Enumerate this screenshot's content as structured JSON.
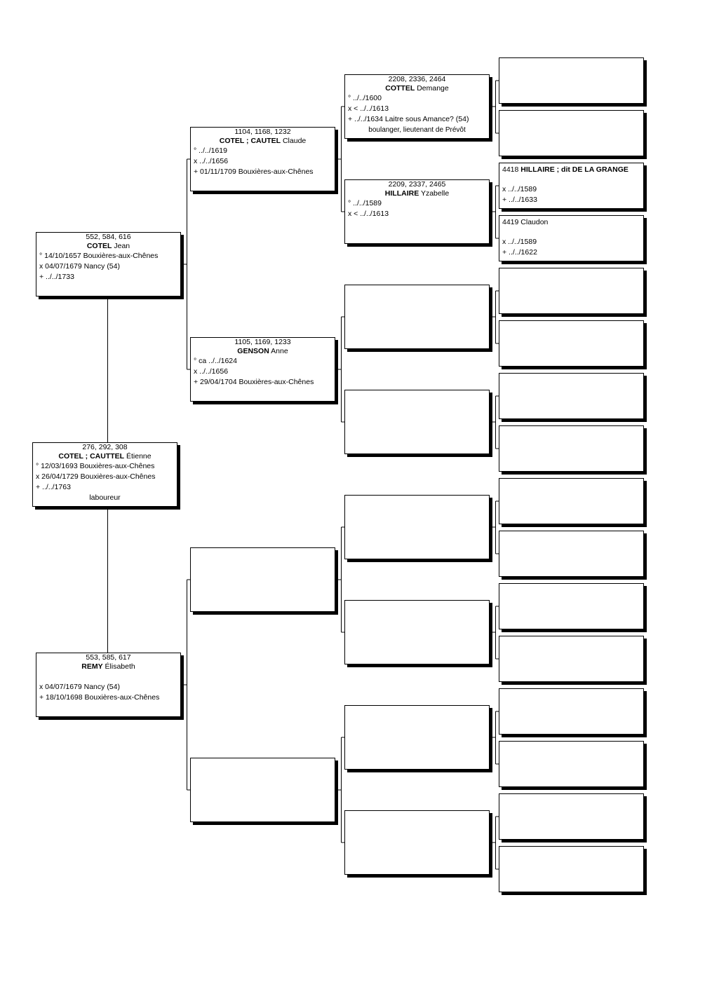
{
  "persons": {
    "p276": {
      "ids": "276, 292, 308",
      "surname": "COTEL ; CAUTTEL",
      "given": "Étienne",
      "birth": "° 12/03/1693 Bouxières-aux-Chênes",
      "marriage": "x 26/04/1729 Bouxières-aux-Chênes",
      "death": "+ ../../1763",
      "occupation": "laboureur"
    },
    "p552": {
      "ids": "552, 584, 616",
      "surname": "COTEL",
      "given": "Jean",
      "birth": "° 14/10/1657 Bouxières-aux-Chênes",
      "marriage": "x 04/07/1679 Nancy (54)",
      "death": "+ ../../1733"
    },
    "p553": {
      "ids": "553, 585, 617",
      "surname": "REMY",
      "given": "Élisabeth",
      "marriage": "x 04/07/1679 Nancy (54)",
      "death": "+ 18/10/1698 Bouxières-aux-Chênes"
    },
    "p1104": {
      "ids": "1104, 1168, 1232",
      "surname": "COTEL ; CAUTEL",
      "given": "Claude",
      "birth": "° ../../1619",
      "marriage": "x ../../1656",
      "death": "+ 01/11/1709 Bouxières-aux-Chênes"
    },
    "p1105": {
      "ids": "1105, 1169, 1233",
      "surname": "GENSON",
      "given": "Anne",
      "birth": "° ca ../../1624",
      "marriage": "x ../../1656",
      "death": "+ 29/04/1704 Bouxières-aux-Chênes"
    },
    "p2208": {
      "ids": "2208, 2336, 2464",
      "surname": "COTTEL",
      "given": "Demange",
      "birth": "° ../../1600",
      "marriage": "x < ../../1613",
      "death": "+ ../../1634 Laitre sous Amance? (54)",
      "occupation": "boulanger, lieutenant de Prévôt"
    },
    "p2209": {
      "ids": "2209, 2337, 2465",
      "surname": "HILLAIRE",
      "given": "Yzabelle",
      "birth": "° ../../1589",
      "marriage": "x < ../../1613"
    },
    "p4418": {
      "num": "4418",
      "name": "HILLAIRE ; dit DE LA GRANGE",
      "marriage": "x ../../1589",
      "death": "+ ../../1633"
    },
    "p4419": {
      "num": "4419",
      "name": "Claudon",
      "marriage": "x ../../1589",
      "death": "+ ../../1622"
    }
  }
}
